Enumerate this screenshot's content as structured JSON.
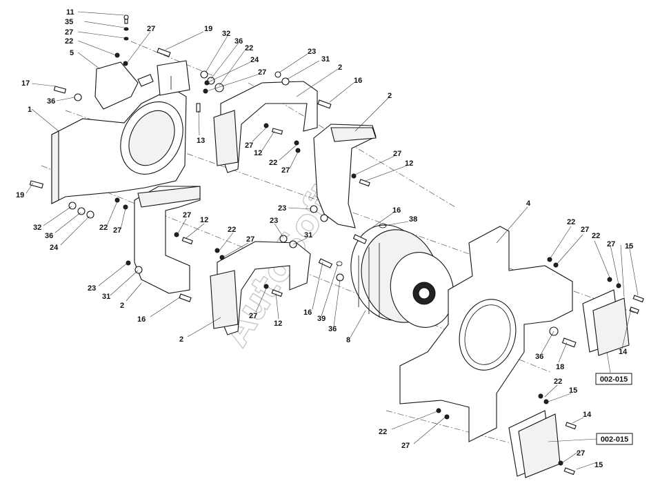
{
  "diagram": {
    "watermark": "AutoSoft",
    "callouts": [
      {
        "id": "c11",
        "text": "11"
      },
      {
        "id": "c35",
        "text": "35"
      },
      {
        "id": "c27a",
        "text": "27"
      },
      {
        "id": "c22a",
        "text": "22"
      },
      {
        "id": "c5",
        "text": "5"
      },
      {
        "id": "c27b",
        "text": "27"
      },
      {
        "id": "c19a",
        "text": "19"
      },
      {
        "id": "c32a",
        "text": "32"
      },
      {
        "id": "c36a",
        "text": "36"
      },
      {
        "id": "c22b",
        "text": "22"
      },
      {
        "id": "c24a",
        "text": "24"
      },
      {
        "id": "c27c",
        "text": "27"
      },
      {
        "id": "c23a",
        "text": "23"
      },
      {
        "id": "c31a",
        "text": "31"
      },
      {
        "id": "c2a",
        "text": "2"
      },
      {
        "id": "c16a",
        "text": "16"
      },
      {
        "id": "c17",
        "text": "17"
      },
      {
        "id": "c36b",
        "text": "36"
      },
      {
        "id": "c1",
        "text": "1"
      },
      {
        "id": "c13",
        "text": "13"
      },
      {
        "id": "c27d",
        "text": "27"
      },
      {
        "id": "c12a",
        "text": "12"
      },
      {
        "id": "c22c",
        "text": "22"
      },
      {
        "id": "c27e",
        "text": "27"
      },
      {
        "id": "c2b",
        "text": "2"
      },
      {
        "id": "c27f",
        "text": "27"
      },
      {
        "id": "c12b",
        "text": "12"
      },
      {
        "id": "c19b",
        "text": "19"
      },
      {
        "id": "c32b",
        "text": "32"
      },
      {
        "id": "c36c",
        "text": "36"
      },
      {
        "id": "c24b",
        "text": "24"
      },
      {
        "id": "c22d",
        "text": "22"
      },
      {
        "id": "c27g",
        "text": "27"
      },
      {
        "id": "c27h",
        "text": "27"
      },
      {
        "id": "c12c",
        "text": "12"
      },
      {
        "id": "c23b",
        "text": "23"
      },
      {
        "id": "c16b",
        "text": "16"
      },
      {
        "id": "c38",
        "text": "38"
      },
      {
        "id": "c23c",
        "text": "23"
      },
      {
        "id": "c22e",
        "text": "22"
      },
      {
        "id": "c27i",
        "text": "27"
      },
      {
        "id": "c31b",
        "text": "31"
      },
      {
        "id": "c23d",
        "text": "23"
      },
      {
        "id": "c31c",
        "text": "31"
      },
      {
        "id": "c2c",
        "text": "2"
      },
      {
        "id": "c16c",
        "text": "16"
      },
      {
        "id": "c27j",
        "text": "27"
      },
      {
        "id": "c12d",
        "text": "12"
      },
      {
        "id": "c2d",
        "text": "2"
      },
      {
        "id": "c16d",
        "text": "16"
      },
      {
        "id": "c39",
        "text": "39"
      },
      {
        "id": "c36d",
        "text": "36"
      },
      {
        "id": "c8",
        "text": "8"
      },
      {
        "id": "c4",
        "text": "4"
      },
      {
        "id": "c22f",
        "text": "22"
      },
      {
        "id": "c27k",
        "text": "27"
      },
      {
        "id": "c22g",
        "text": "22"
      },
      {
        "id": "c27l",
        "text": "27"
      },
      {
        "id": "c15a",
        "text": "15"
      },
      {
        "id": "c36e",
        "text": "36"
      },
      {
        "id": "c18",
        "text": "18"
      },
      {
        "id": "c14a",
        "text": "14"
      },
      {
        "id": "c22h",
        "text": "22"
      },
      {
        "id": "c15b",
        "text": "15"
      },
      {
        "id": "c14b",
        "text": "14"
      },
      {
        "id": "c22i",
        "text": "22"
      },
      {
        "id": "c27m",
        "text": "27"
      },
      {
        "id": "c27n",
        "text": "27"
      },
      {
        "id": "c15c",
        "text": "15"
      }
    ],
    "ref_boxes": [
      {
        "id": "r1",
        "text": "002-015"
      },
      {
        "id": "r2",
        "text": "002-015"
      }
    ]
  }
}
